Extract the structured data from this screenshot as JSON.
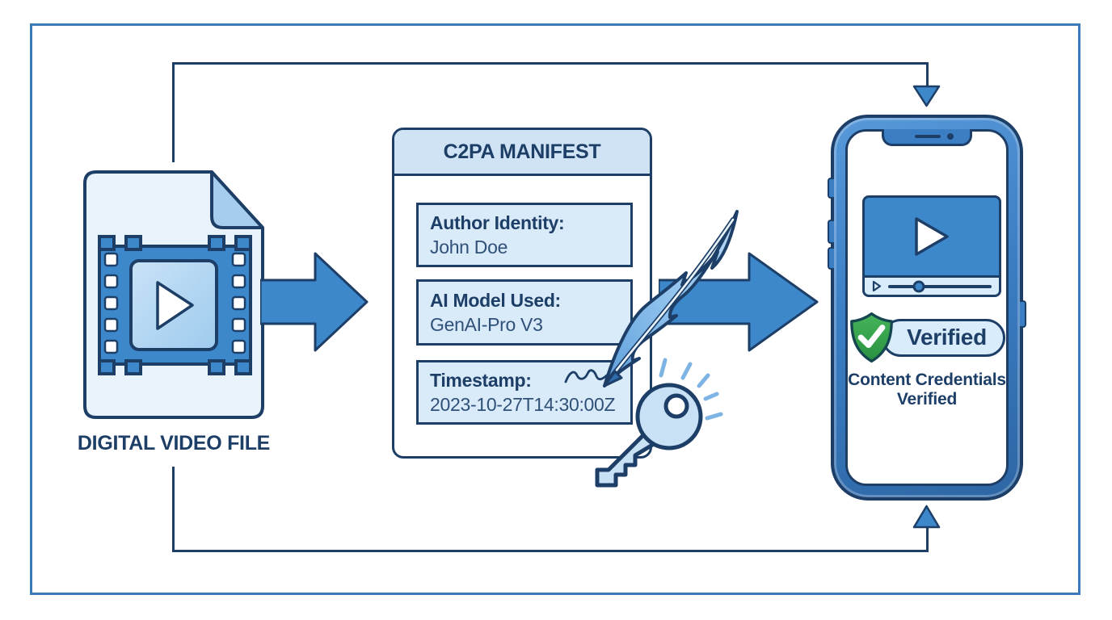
{
  "colors": {
    "navy": "#1d3e66",
    "frame_blue": "#3c7ab8",
    "arrow_blue": "#3d87cb",
    "light_fill": "#d9eaf9",
    "paper_fill": "#e9f3fb",
    "fold_blue": "#a6cdee",
    "pane_blue": "#b5d8f3",
    "phone_blue": "#3b7ec4",
    "badge_green": "#31a146",
    "sparkle_blue": "#7db4e4",
    "header_fill": "#cfe3f5",
    "value_navy": "#2f5078",
    "pill_fill": "#d9ecfb"
  },
  "source": {
    "label": "DIGITAL VIDEO FILE"
  },
  "manifest": {
    "title": "C2PA MANIFEST",
    "fields": [
      {
        "label": "Author Identity:",
        "value": "John Doe"
      },
      {
        "label": "AI Model Used:",
        "value": "GenAI-Pro V3"
      },
      {
        "label": "Timestamp:",
        "value": "2023-10-27T14:30:00Z"
      }
    ]
  },
  "device": {
    "badge_label": "Verified",
    "caption_line1": "Content Credentials",
    "caption_line2": "Verified"
  },
  "icons": {
    "source": "video-file-icon",
    "flow": [
      "arrow-right-icon",
      "arrow-right-icon",
      "connector-arrow-down-icon",
      "connector-arrow-up-icon"
    ],
    "signing": [
      "quill-pen-icon",
      "signature-icon",
      "key-icon",
      "sparkle-icon"
    ],
    "device": [
      "smartphone-icon",
      "video-player-icon",
      "play-icon",
      "shield-check-icon",
      "verified-badge"
    ]
  }
}
